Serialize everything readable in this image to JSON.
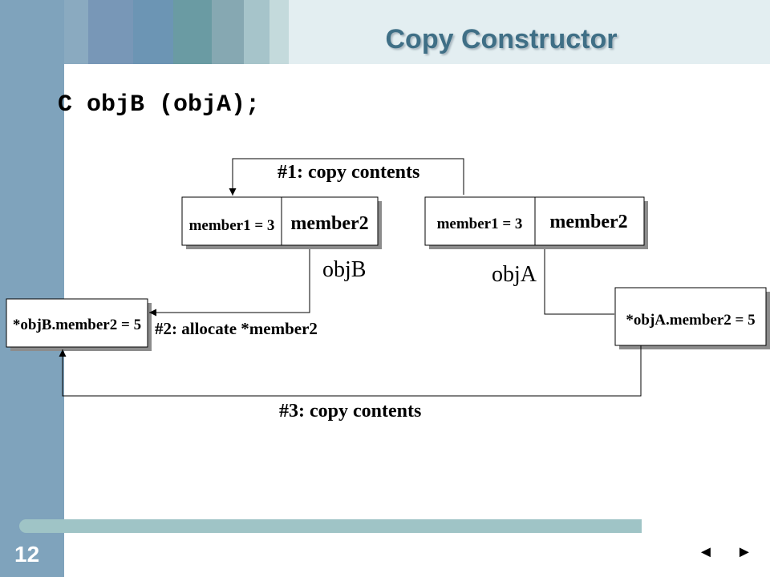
{
  "slide": {
    "title": "Copy Constructor",
    "code": "C objB (objA);",
    "page_number": "12",
    "nav": {
      "prev_glyph": "◄",
      "next_glyph": "►"
    }
  },
  "diagram": {
    "objB": {
      "member1": "member1 = 3",
      "member2": "member2",
      "label": "objB",
      "heap": "*objB.member2 = 5"
    },
    "objA": {
      "member1": "member1 = 3",
      "member2": "member2",
      "label": "objA",
      "heap": "*objA.member2 = 5"
    },
    "steps": {
      "step1": "#1: copy contents",
      "step2": "#2: allocate *member2",
      "step3": "#3: copy contents"
    }
  }
}
